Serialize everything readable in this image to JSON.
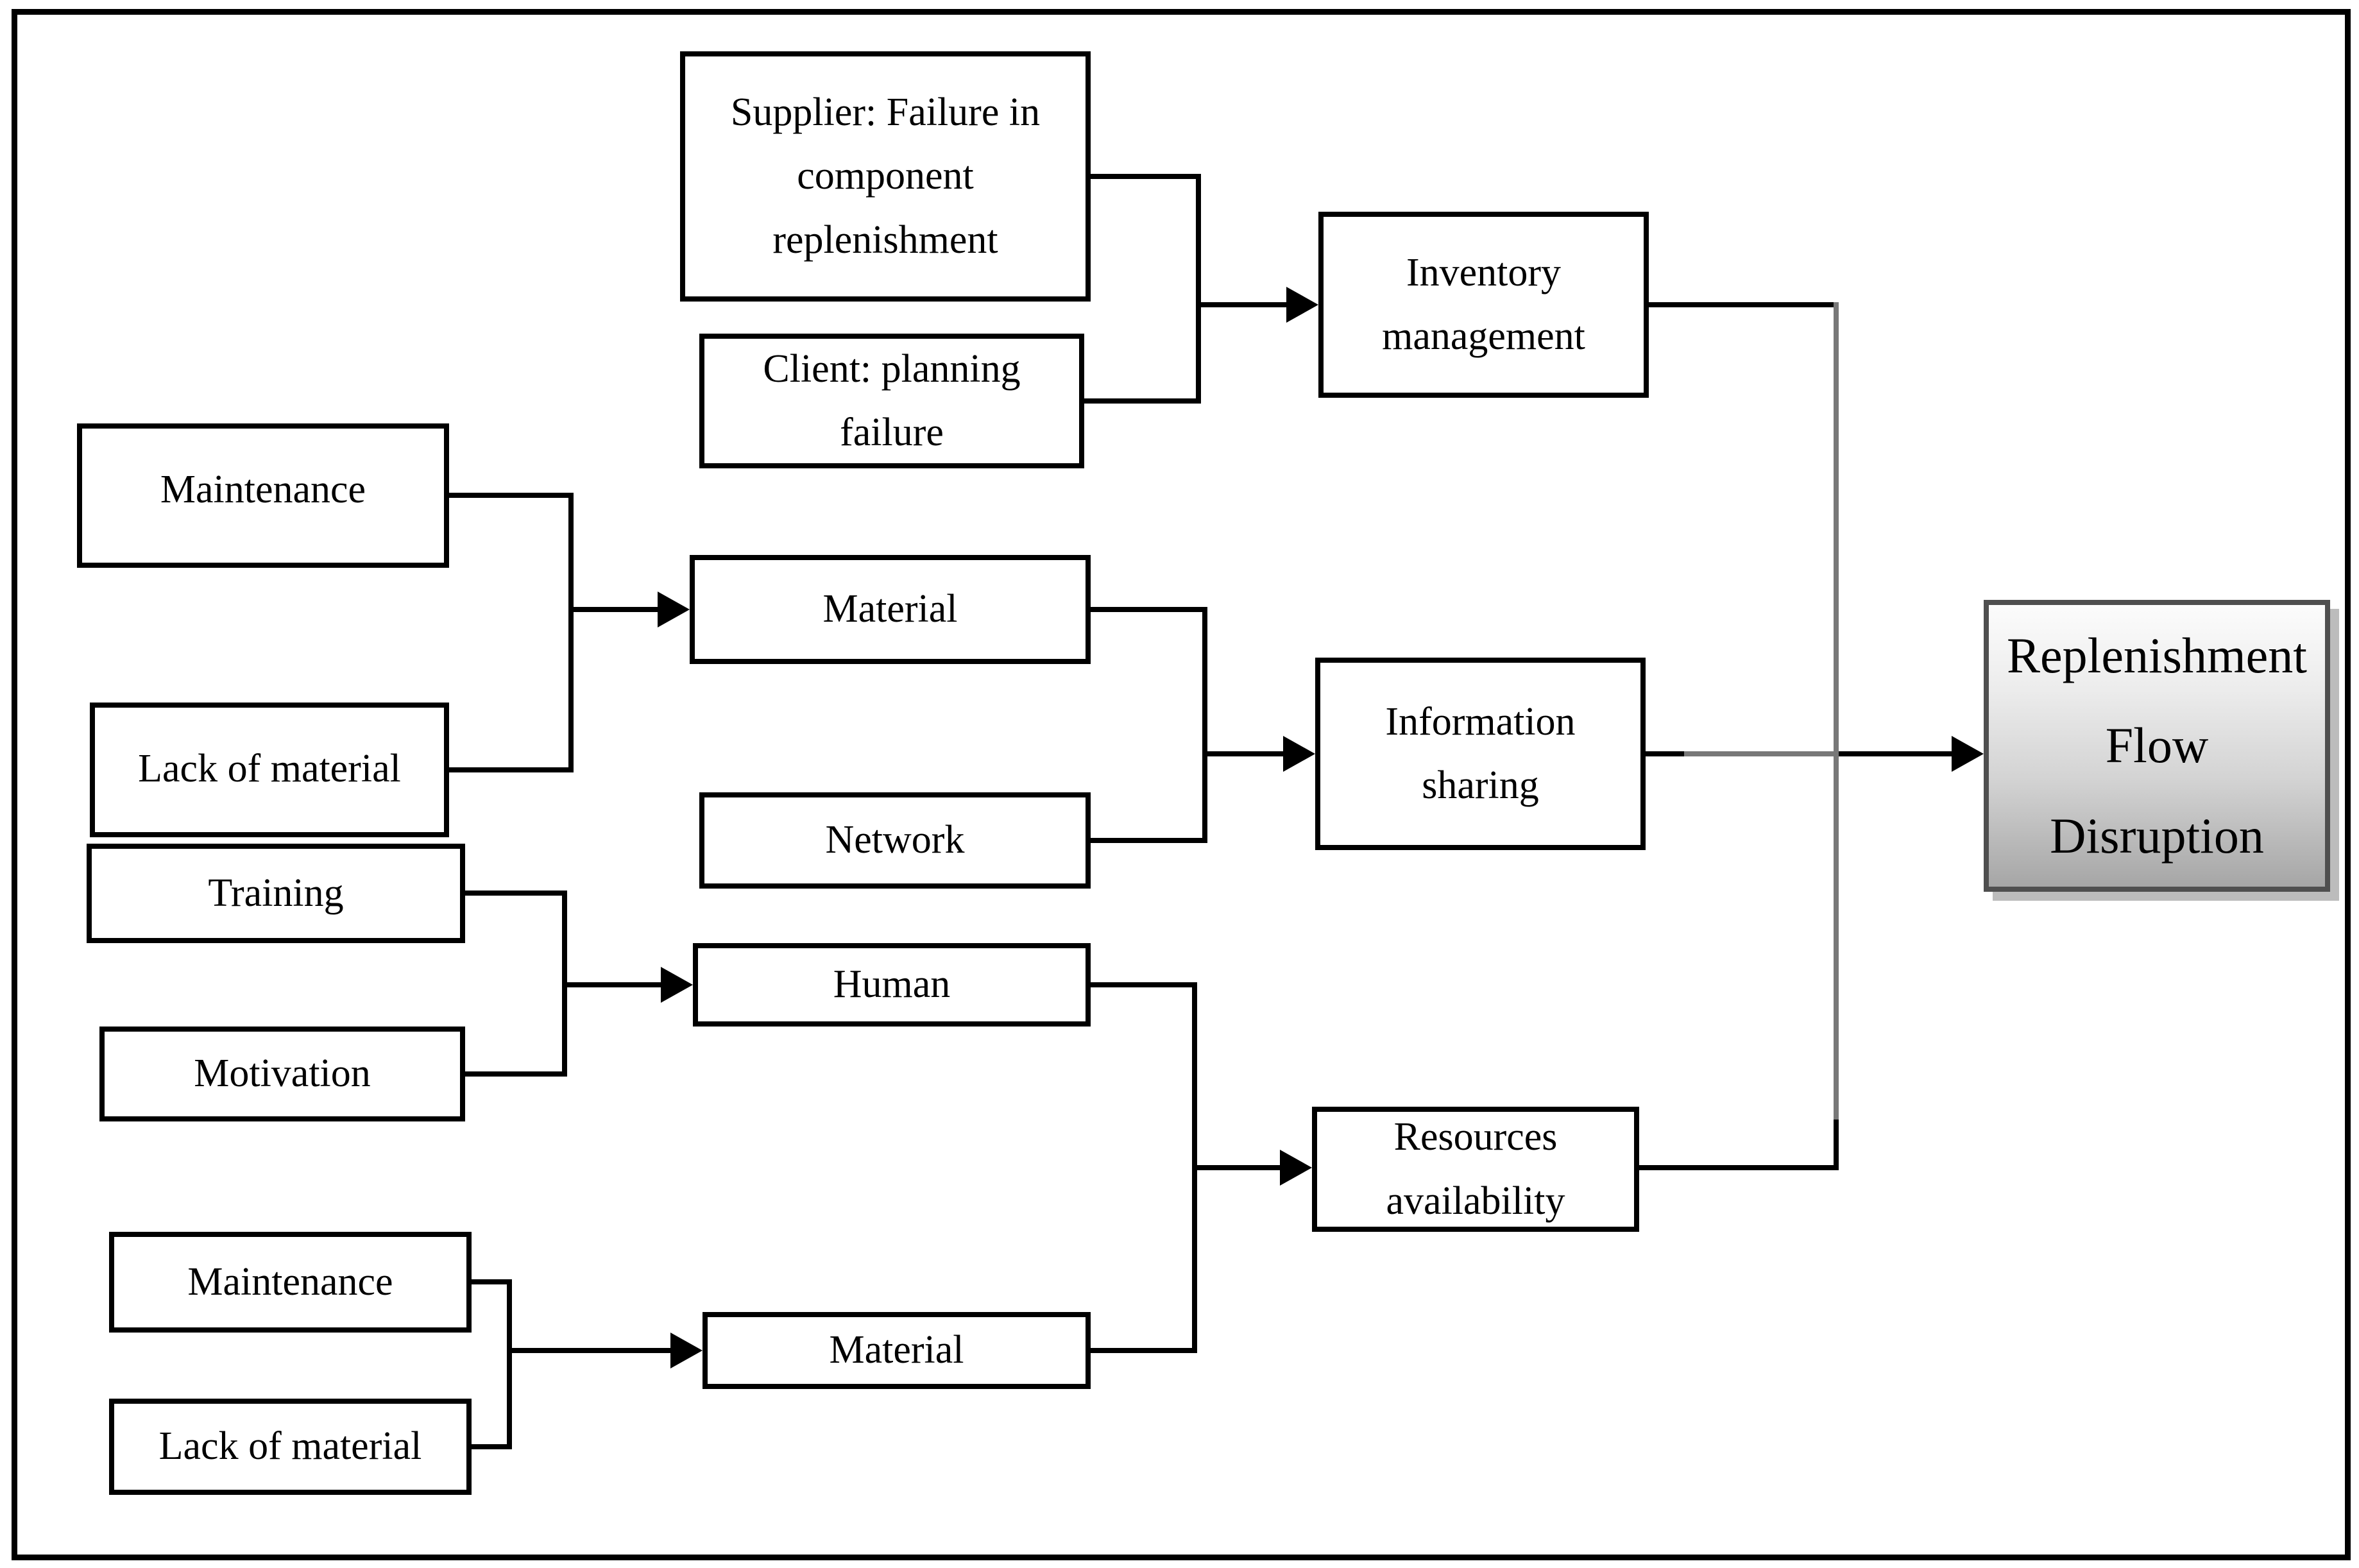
{
  "nodes": {
    "supplier": {
      "label": "Supplier: Failure in component replenishment"
    },
    "client": {
      "label": "Client: planning failure"
    },
    "inventory": {
      "label": "Inventory management"
    },
    "maintenance_top": {
      "label": "Maintenance"
    },
    "lack_top": {
      "label": "Lack of material"
    },
    "material_mid": {
      "label": "Material"
    },
    "network": {
      "label": "Network"
    },
    "info_sharing": {
      "label": "Information sharing"
    },
    "training": {
      "label": "Training"
    },
    "motivation": {
      "label": "Motivation"
    },
    "human": {
      "label": "Human"
    },
    "resources": {
      "label": "Resources availability"
    },
    "maintenance_bot": {
      "label": "Maintenance"
    },
    "lack_bot": {
      "label": "Lack of material"
    },
    "material_bot": {
      "label": "Material"
    },
    "replenishment": {
      "label": "Replenishment Flow Disruption"
    }
  },
  "edges": [
    {
      "from": [
        "Supplier: Failure in component replenishment",
        "Client: planning failure"
      ],
      "to": "Inventory management"
    },
    {
      "from": [
        "Maintenance",
        "Lack of material"
      ],
      "to": "Material"
    },
    {
      "from": [
        "Material",
        "Network"
      ],
      "to": "Information sharing"
    },
    {
      "from": [
        "Training",
        "Motivation"
      ],
      "to": "Human"
    },
    {
      "from": [
        "Maintenance",
        "Lack of material"
      ],
      "to": "Material"
    },
    {
      "from": [
        "Human",
        "Material"
      ],
      "to": "Resources availability"
    },
    {
      "from": [
        "Inventory management",
        "Information sharing",
        "Resources availability"
      ],
      "to": "Replenishment Flow Disruption"
    }
  ],
  "colors": {
    "background": "#ffffff",
    "line": "#000000",
    "line_gray": "#787878",
    "box_border": "#000000",
    "result_border": "#4f4f4f",
    "result_gradient_top": "#fcfcfc",
    "result_gradient_bottom": "#a6a6a6",
    "result_shadow": "#bcbcbc",
    "text": "#000000"
  }
}
